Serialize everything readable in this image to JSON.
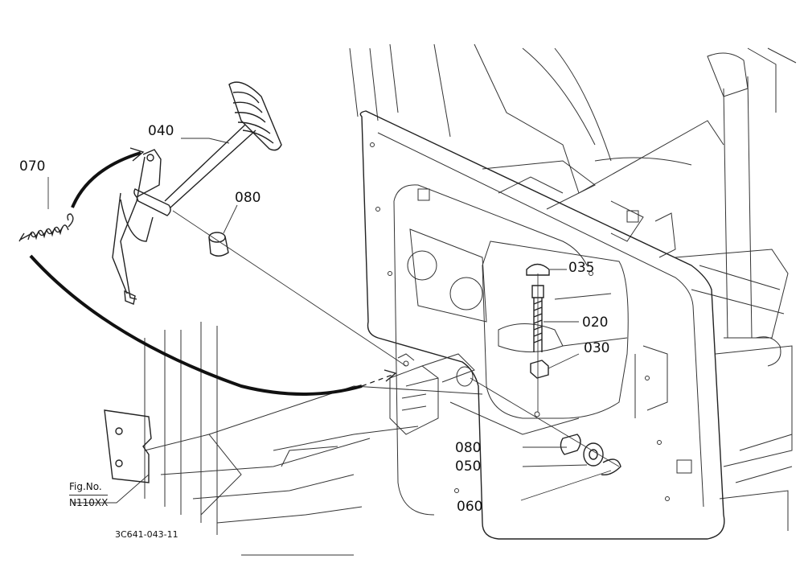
{
  "callouts": {
    "p070": "070",
    "p040": "040",
    "p080_top": "080",
    "p035": "035",
    "p020": "020",
    "p030": "030",
    "p080_bottom": "080",
    "p050": "050",
    "p060": "060"
  },
  "figure": {
    "label": "Fig.No.",
    "number": "N110XX"
  },
  "drawing_code": "3C641-043-11"
}
